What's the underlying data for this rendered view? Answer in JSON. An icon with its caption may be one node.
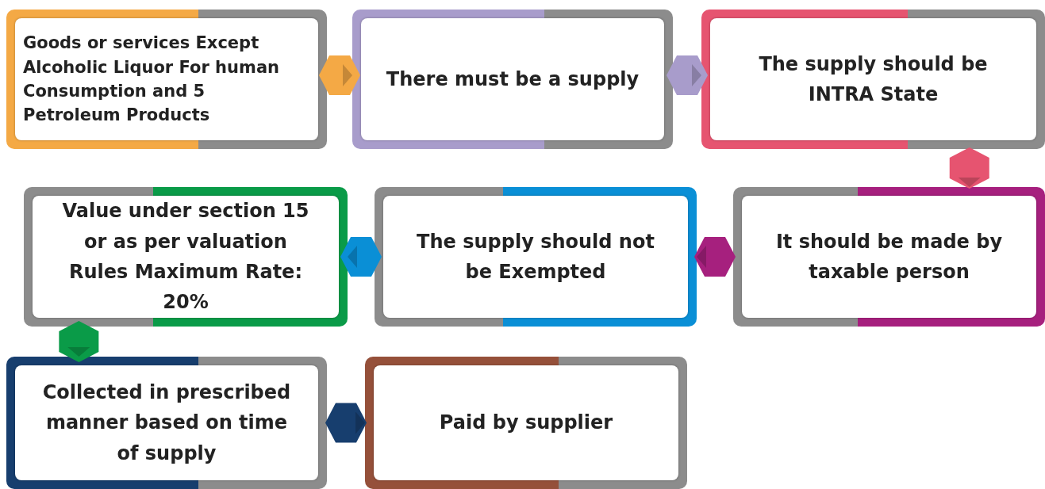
{
  "diagram": {
    "nodes": [
      {
        "text": [
          "Goods or services Except Alcoholic Liquor For human Consumption and 5 Petroleum Products"
        ]
      },
      {
        "text": [
          "There must be a supply"
        ]
      },
      {
        "text": [
          "The supply should be INTRA State"
        ]
      },
      {
        "text": [
          "It should be made by taxable person"
        ]
      },
      {
        "text": [
          "The supply should not be Exempted"
        ]
      },
      {
        "text": [
          "Value under section 15 or as per valuation Rules Maximum Rate: 20%"
        ]
      },
      {
        "text": [
          "Collected in prescribed manner based on time of supply"
        ]
      },
      {
        "text": [
          "Paid by supplier"
        ]
      }
    ],
    "edges": [
      {
        "from": 0,
        "to": 1,
        "arrow": "to",
        "color": "#f4a945"
      },
      {
        "from": 1,
        "to": 2,
        "arrow": "to",
        "color": "#a89ccb"
      },
      {
        "from": 2,
        "to": 3,
        "arrow": "to",
        "color": "#e65470"
      },
      {
        "from": 3,
        "to": 4,
        "arrow": "to",
        "color": "#a6207e"
      },
      {
        "from": 4,
        "to": 5,
        "arrow": "to",
        "color": "#0a8fd6"
      },
      {
        "from": 5,
        "to": 6,
        "arrow": "to",
        "color": "#0a9b48"
      },
      {
        "from": 6,
        "to": 7,
        "arrow": "to",
        "color": "#173e6e"
      }
    ]
  }
}
